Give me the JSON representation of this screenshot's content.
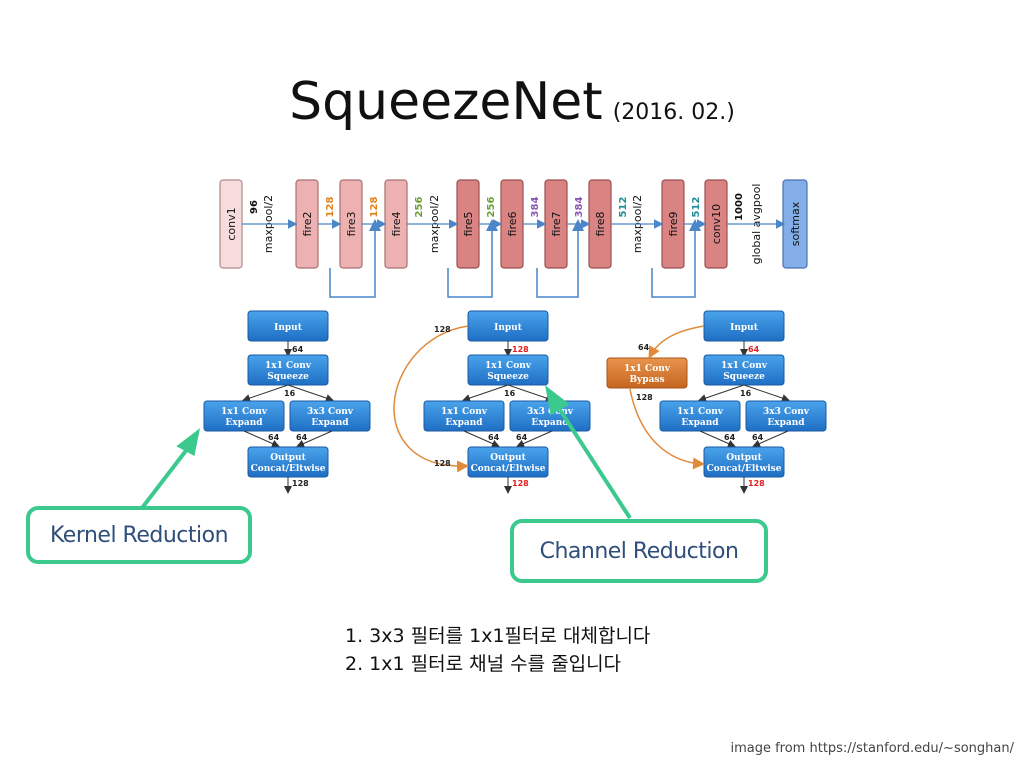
{
  "title": {
    "main": "SqueezeNet",
    "sub": "(2016. 02.)"
  },
  "pipeline": [
    {
      "label": "conv1",
      "kind": "conv1"
    },
    {
      "label": "96",
      "kind": "num",
      "color": "#111111"
    },
    {
      "label": "maxpool/2",
      "kind": "pool"
    },
    {
      "label": "fire2",
      "kind": "fire"
    },
    {
      "label": "128",
      "kind": "num",
      "color": "#e0821e"
    },
    {
      "label": "fire3",
      "kind": "fire"
    },
    {
      "label": "128",
      "kind": "num",
      "color": "#e0821e"
    },
    {
      "label": "fire4",
      "kind": "fire"
    },
    {
      "label": "256",
      "kind": "num",
      "color": "#6aa031"
    },
    {
      "label": "maxpool/2",
      "kind": "pool"
    },
    {
      "label": "fire5",
      "kind": "fire2"
    },
    {
      "label": "256",
      "kind": "num",
      "color": "#6aa031"
    },
    {
      "label": "fire6",
      "kind": "fire2"
    },
    {
      "label": "384",
      "kind": "num",
      "color": "#8a5ab0"
    },
    {
      "label": "fire7",
      "kind": "fire2"
    },
    {
      "label": "384",
      "kind": "num",
      "color": "#8a5ab0"
    },
    {
      "label": "fire8",
      "kind": "fire2"
    },
    {
      "label": "512",
      "kind": "num",
      "color": "#1f8f95"
    },
    {
      "label": "maxpool/2",
      "kind": "pool"
    },
    {
      "label": "fire9",
      "kind": "fire2"
    },
    {
      "label": "512",
      "kind": "num",
      "color": "#1f8f95"
    },
    {
      "label": "conv10",
      "kind": "fire2"
    },
    {
      "label": "1000",
      "kind": "num",
      "color": "#111111"
    },
    {
      "label": "global avgpool",
      "kind": "pool"
    },
    {
      "label": "softmax",
      "kind": "softmax"
    }
  ],
  "blocks": {
    "input": "Input",
    "squeeze": [
      "1x1 Conv",
      "Squeeze"
    ],
    "expand1": [
      "1x1 Conv",
      "Expand"
    ],
    "expand3": [
      "3x3 Conv",
      "Expand"
    ],
    "output": [
      "Output",
      "Concat/Eltwise"
    ],
    "bypass": [
      "1x1 Conv",
      "Bypass"
    ]
  },
  "dims": {
    "d64": "64",
    "d16": "16",
    "d128": "128"
  },
  "colors": {
    "block_blue": "#2a86d8",
    "bypass_orange": "#d8782f",
    "callout_green": "#3cc98e",
    "red_label": "#e02020"
  },
  "callouts": {
    "kernel": "Kernel Reduction",
    "channel": "Channel Reduction"
  },
  "notes": [
    "1. 3x3 필터를 1x1필터로 대체합니다",
    "2. 1x1 필터로 채널 수를 줄입니다"
  ],
  "credit": "image from https://stanford.edu/~songhan/"
}
